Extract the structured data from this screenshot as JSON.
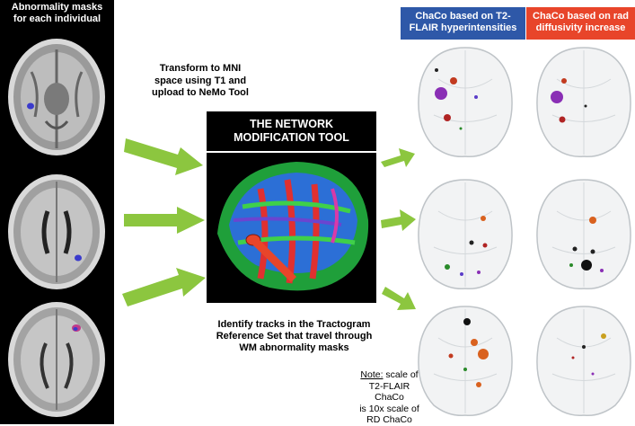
{
  "left": {
    "title_line1": "Abnormality masks",
    "title_line2": "for each individual"
  },
  "step1": {
    "line1": "Transform to MNI",
    "line2": "space using T1 and",
    "line3": "upload to NeMo Tool"
  },
  "tool": {
    "title_line1": "THE NETWORK",
    "title_line2": "MODIFICATION TOOL"
  },
  "step2": {
    "line1": "Identify tracks in the Tractogram",
    "line2": "Reference Set that travel through",
    "line3": "WM abnormality masks"
  },
  "headers": {
    "blue_line1": "ChaCo based on T2-",
    "blue_line2": "FLAIR hyperintensities",
    "red_line1": "ChaCo based on rad",
    "red_line2": "diffusivity increase"
  },
  "note": {
    "label": "Note:",
    "line1_rest": " scale of",
    "line2": "T2-FLAIR ChaCo",
    "line3": "is 10x scale of",
    "line4": "RD ChaCo"
  },
  "colors": {
    "arrow_green": "#8cc63f",
    "pointer_red": "#e8452a",
    "header_blue": "#2e58a8",
    "header_red": "#e8452a"
  }
}
